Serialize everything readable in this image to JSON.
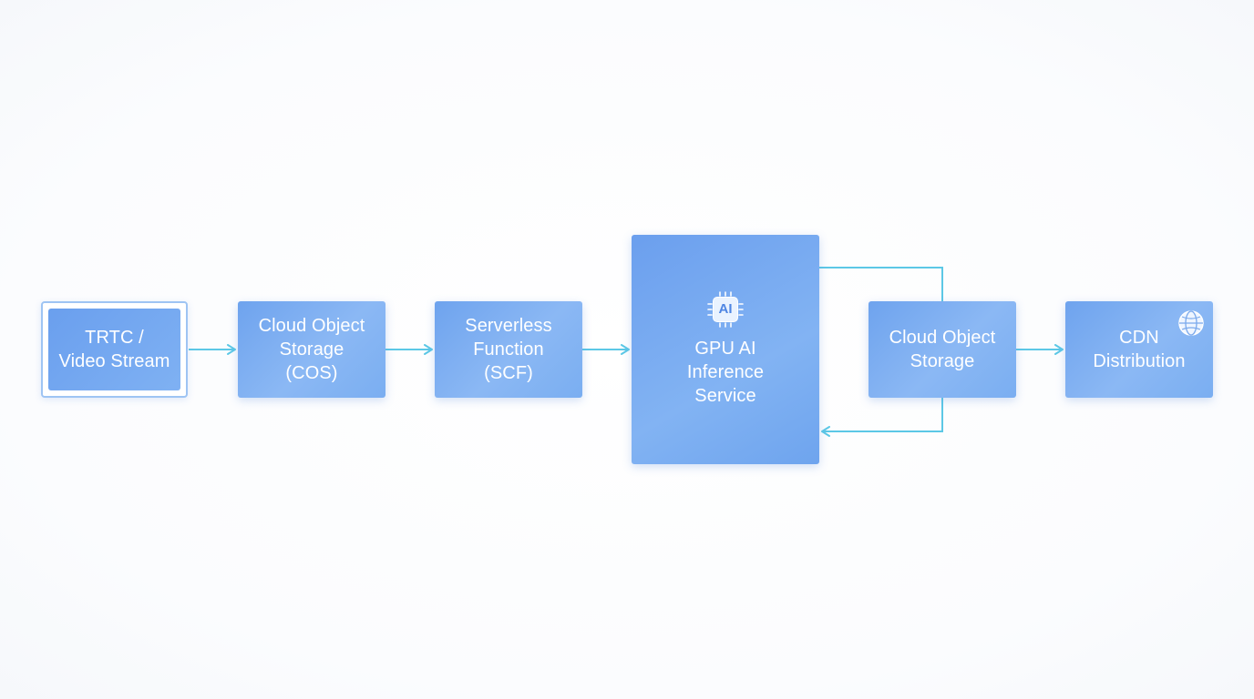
{
  "diagram": {
    "nodes": [
      {
        "id": "source",
        "label": "TRTC /\nVideo Stream"
      },
      {
        "id": "cos1",
        "label": "Cloud Object\nStorage\n(COS)"
      },
      {
        "id": "scf",
        "label": "Serverless\nFunction\n(SCF)"
      },
      {
        "id": "gpu",
        "label": "GPU AI\nInference\nService",
        "icon": "ai-chip-icon",
        "icon_text": "AI"
      },
      {
        "id": "cos2",
        "label": "Cloud Object\nStorage"
      },
      {
        "id": "cdn",
        "label": "CDN\nDistribution",
        "icon": "globe-icon"
      }
    ],
    "edges": [
      {
        "from": "source",
        "to": "cos1"
      },
      {
        "from": "cos1",
        "to": "scf"
      },
      {
        "from": "scf",
        "to": "gpu"
      },
      {
        "from": "gpu",
        "to": "cos2"
      },
      {
        "from": "cos2",
        "to": "gpu"
      },
      {
        "from": "cos2",
        "to": "cdn"
      }
    ],
    "colors": {
      "node_fill": "#78aaf0",
      "node_text": "#ffffff",
      "connector": "#5cc8e6",
      "source_border": "#9ec4f3"
    }
  }
}
